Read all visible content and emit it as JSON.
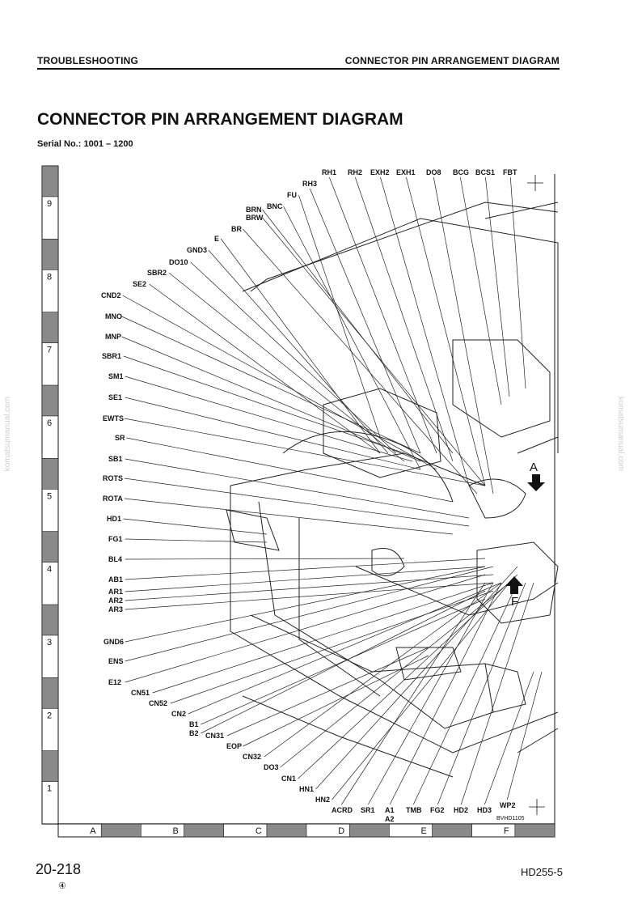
{
  "header": {
    "section": "TROUBLESHOOTING",
    "topic": "CONNECTOR PIN ARRANGEMENT DIAGRAM"
  },
  "title": "CONNECTOR PIN ARRANGEMENT DIAGRAM",
  "serial": "Serial No.: 1001 – 1200",
  "grid": {
    "rows": [
      "9",
      "8",
      "7",
      "6",
      "5",
      "4",
      "3",
      "2",
      "1"
    ],
    "cols": [
      "A",
      "B",
      "C",
      "D",
      "E",
      "F"
    ]
  },
  "labels_left": [
    "FU",
    "BRN",
    "BRW",
    "BNC",
    "BR",
    "E",
    "GND3",
    "DO10",
    "SBR2",
    "SE2",
    "CND2",
    "MNO",
    "MNP",
    "SBR1",
    "SM1",
    "SE1",
    "EWTS",
    "SR",
    "SB1",
    "ROTS",
    "ROTA",
    "HD1",
    "FG1",
    "BL4",
    "AB1",
    "AR1",
    "AR2",
    "AR3",
    "GND6",
    "ENS",
    "E12",
    "CN51",
    "CN52",
    "CN2",
    "B1",
    "B2",
    "CN31",
    "EOP",
    "CN32",
    "DO3",
    "CN1",
    "HN1",
    "HN2"
  ],
  "labels_top": [
    "RH3",
    "RH1",
    "RH2",
    "EXH2",
    "EXH1",
    "DO8",
    "BCG",
    "BCS1",
    "FBT"
  ],
  "labels_bottom": [
    "ACRD",
    "SR1",
    "A1",
    "A2",
    "TMB",
    "FG2",
    "HD2",
    "HD3",
    "WP2"
  ],
  "view_markers": [
    "A",
    "F"
  ],
  "figure_code": "BVHD1105",
  "footer": {
    "page": "20-218",
    "revision": "④",
    "model": "HD255-5"
  },
  "watermark": "komatsumanual.com"
}
